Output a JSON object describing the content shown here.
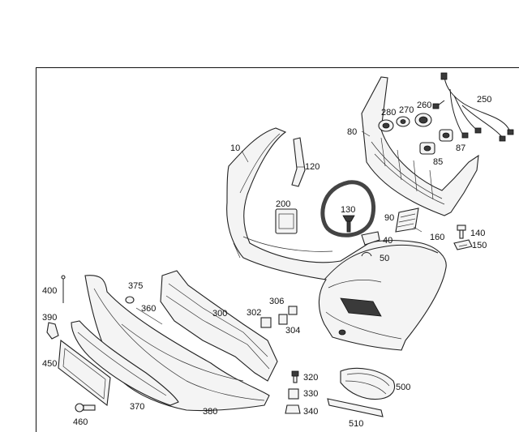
{
  "parts": [
    "10",
    "120",
    "200",
    "130",
    "90",
    "40",
    "50",
    "160",
    "140",
    "150",
    "80",
    "280",
    "270",
    "260",
    "250",
    "87",
    "85",
    "400",
    "375",
    "360",
    "300",
    "302",
    "306",
    "304",
    "390",
    "450",
    "370",
    "380",
    "460",
    "320",
    "330",
    "340",
    "500",
    "510"
  ],
  "highlight": {
    "part": "130",
    "color": "#444444"
  },
  "colors": {
    "line": "#222222",
    "fill": "#f4f4f4",
    "dark": "#3a3a3a"
  }
}
